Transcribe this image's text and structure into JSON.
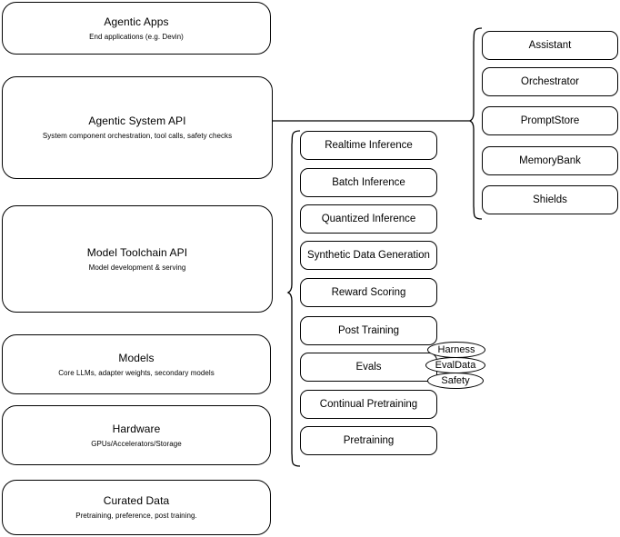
{
  "diagram": {
    "type": "layered-architecture-stack",
    "left_stack": [
      {
        "title": "Agentic Apps",
        "subtitle": "End applications (e.g. Devin)"
      },
      {
        "title": "Agentic System API",
        "subtitle": "System component orchestration, tool calls, safety checks"
      },
      {
        "title": "Model Toolchain API",
        "subtitle": "Model development & serving"
      },
      {
        "title": "Models",
        "subtitle": "Core LLMs, adapter weights, secondary models"
      },
      {
        "title": "Hardware",
        "subtitle": "GPUs/Accelerators/Storage"
      },
      {
        "title": "Curated Data",
        "subtitle": "Pretraining, preference, post training."
      }
    ],
    "middle_column": [
      {
        "label": "Realtime Inference"
      },
      {
        "label": "Batch Inference"
      },
      {
        "label": "Quantized Inference"
      },
      {
        "label": "Synthetic Data Generation"
      },
      {
        "label": "Reward Scoring"
      },
      {
        "label": "Post Training"
      },
      {
        "label": "Evals"
      },
      {
        "label": "Continual Pretraining"
      },
      {
        "label": "Pretraining"
      }
    ],
    "right_column": [
      {
        "label": "Assistant"
      },
      {
        "label": "Orchestrator"
      },
      {
        "label": "PromptStore"
      },
      {
        "label": "MemoryBank"
      },
      {
        "label": "Shields"
      }
    ],
    "evals_pills": [
      {
        "label": "Harness"
      },
      {
        "label": "EvalData"
      },
      {
        "label": "Safety"
      }
    ],
    "colors": {
      "stroke": "#000000",
      "fill": "#ffffff",
      "text": "#000000"
    }
  }
}
